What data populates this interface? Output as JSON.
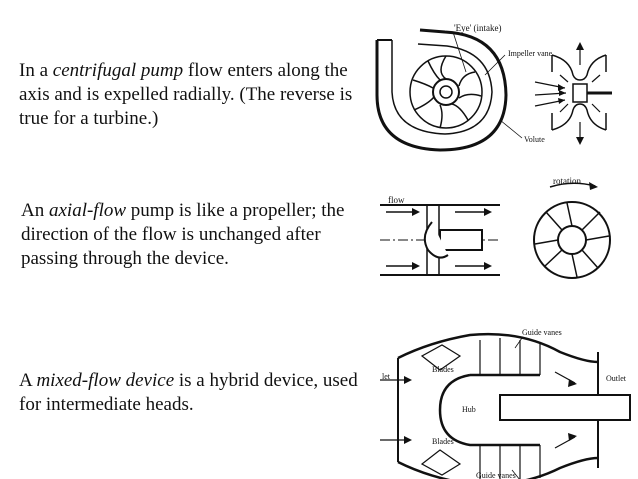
{
  "sections": [
    {
      "before": "In a ",
      "emphasis": "centrifugal pump",
      "after": " flow enters along the axis and is expelled radially. (The reverse is true for a turbine.)"
    },
    {
      "before": "An ",
      "emphasis": "axial-flow",
      "after": " pump is like a propeller; the direction of the flow is unchanged after passing through the device."
    },
    {
      "before": "A ",
      "emphasis": "mixed-flow device",
      "after": " is a hybrid device, used for intermediate heads."
    }
  ],
  "figures": {
    "centrifugal": {
      "eye_label": "'Eye' (intake)",
      "impeller_label": "Impeller vane",
      "volute_label": "Volute"
    },
    "axial": {
      "flow_label": "flow",
      "rotation_label": "rotation"
    },
    "mixed": {
      "guide_vanes_top": "Guide vanes",
      "guide_vanes_bottom": "Guide vanes",
      "blades_top": "Blades",
      "blades_bottom": "Blades",
      "hub": "Hub",
      "inlet": "let",
      "outlet": "Outlet"
    }
  }
}
